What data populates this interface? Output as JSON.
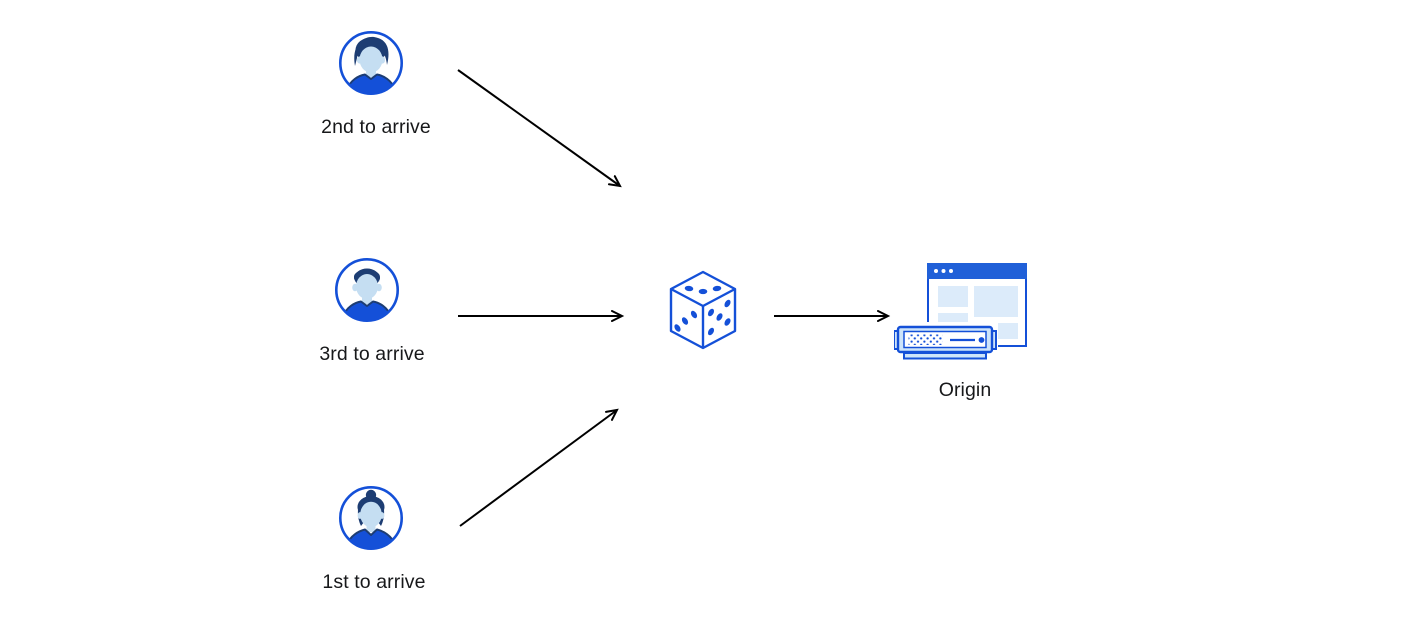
{
  "diagram": {
    "description": "Three visitors are routed through a random selector (dice) to a single origin server",
    "nodes": {
      "second": {
        "id": "visitor-2nd",
        "label": "2nd to arrive",
        "icon": "avatar-man-swept-hair-icon"
      },
      "third": {
        "id": "visitor-3rd",
        "label": "3rd to arrive",
        "icon": "avatar-man-short-hair-icon"
      },
      "first": {
        "id": "visitor-1st",
        "label": "1st to arrive",
        "icon": "avatar-woman-bun-icon"
      },
      "selector": {
        "id": "random-selector",
        "label": "",
        "icon": "dice-icon"
      },
      "origin": {
        "id": "origin",
        "label": "Origin",
        "icon": "origin-server-icon"
      }
    },
    "edges": [
      {
        "from": "visitor-2nd",
        "to": "random-selector"
      },
      {
        "from": "visitor-3rd",
        "to": "random-selector"
      },
      {
        "from": "visitor-1st",
        "to": "random-selector"
      },
      {
        "from": "random-selector",
        "to": "origin"
      }
    ],
    "colors": {
      "primary_blue": "#1450d8",
      "titlebar_blue": "#2060d8",
      "dark_navy": "#1d3d73",
      "light_blue_face": "#c5def2",
      "panel_blue": "#dcebfa",
      "server_fill": "#cde4fa",
      "arrow": "#000000",
      "text": "#17181a",
      "background": "#ffffff"
    }
  }
}
